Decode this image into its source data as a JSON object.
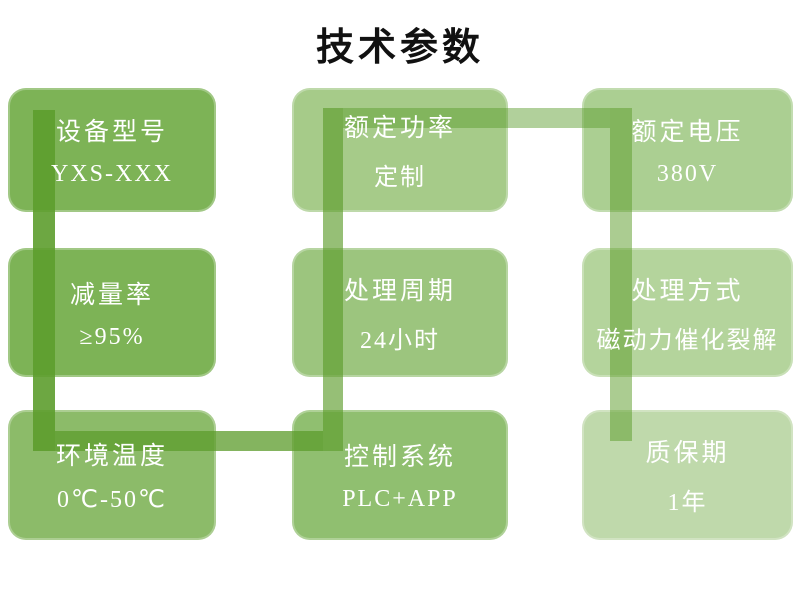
{
  "title": "技术参数",
  "palette": {
    "background": "#FFFFFF",
    "title_color": "#111111",
    "box_text_color": "#FFFFFF",
    "connector_base_green": "#5D9D2D"
  },
  "boxes": [
    {
      "label": "设备型号",
      "value": "YXS-XXX",
      "color": "#7DB356"
    },
    {
      "label": "额定功率",
      "value": "定制",
      "color": "#A6CB89"
    },
    {
      "label": "额定电压",
      "value": "380V",
      "color": "#ABCF92"
    },
    {
      "label": "减量率",
      "value": "≥95%",
      "color": "#7DB356"
    },
    {
      "label": "处理周期",
      "value": "24小时",
      "color": "#9CC57E"
    },
    {
      "label": "处理方式",
      "value": "磁动力催化裂解",
      "color": "#B4D49C"
    },
    {
      "label": "环境温度",
      "value": "0℃-50℃",
      "color": "#8CBB69"
    },
    {
      "label": "控制系统",
      "value": "PLC+APP",
      "color": "#90BF70"
    },
    {
      "label": "质保期",
      "value": "1年",
      "color": "#BFD9AB"
    }
  ],
  "connectors": [
    {
      "name": "left-vertical",
      "color": "rgba(93,157,45,0.90)"
    },
    {
      "name": "bottom-horizontal",
      "color": "rgba(93,157,45,0.76)"
    },
    {
      "name": "middle-vertical",
      "color": "rgba(93,157,45,0.65)"
    },
    {
      "name": "top-horizontal",
      "color": "rgba(93,157,45,0.48)"
    },
    {
      "name": "right-vertical",
      "color": "rgba(93,157,45,0.52)"
    }
  ]
}
